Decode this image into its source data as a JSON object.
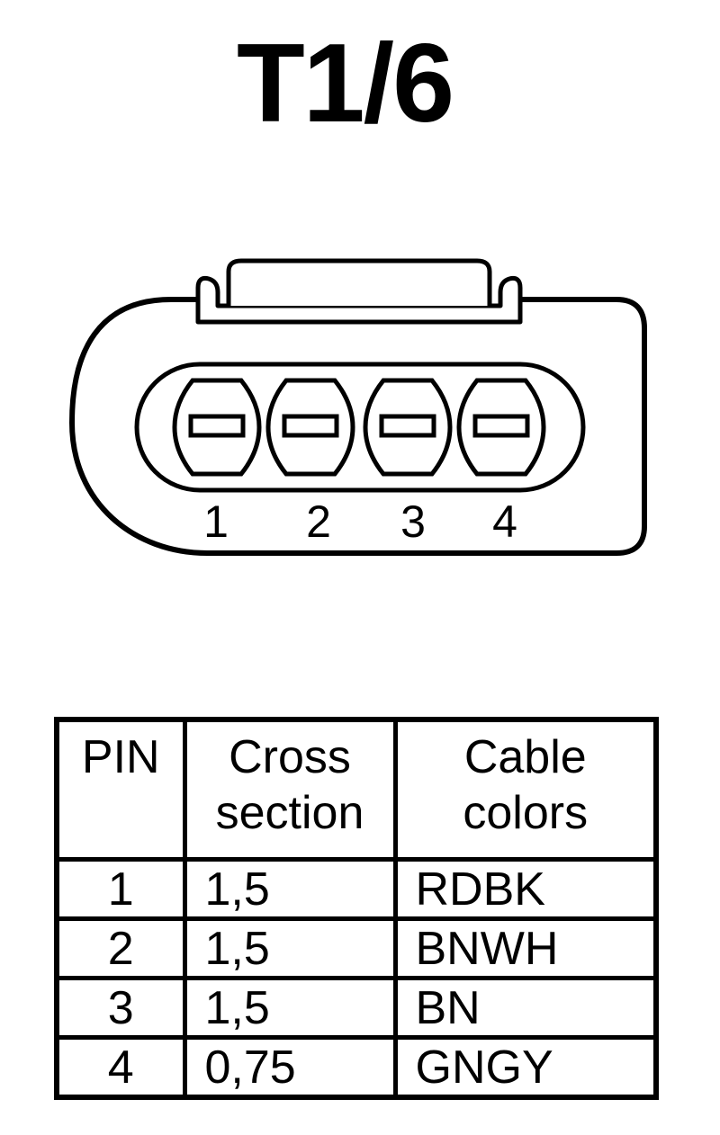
{
  "title": "T1/6",
  "connector": {
    "pins": [
      "1",
      "2",
      "3",
      "4"
    ]
  },
  "table": {
    "headers": {
      "pin": "PIN",
      "cross_section": [
        "Cross",
        "section"
      ],
      "cable_colors": [
        "Cable",
        "colors"
      ]
    },
    "rows": [
      {
        "pin": "1",
        "cross_section": "1,5",
        "cable_colors": "RDBK"
      },
      {
        "pin": "2",
        "cross_section": "1,5",
        "cable_colors": "BNWH"
      },
      {
        "pin": "3",
        "cross_section": "1,5",
        "cable_colors": "BN"
      },
      {
        "pin": "4",
        "cross_section": "0,75",
        "cable_colors": "GNGY"
      }
    ]
  }
}
